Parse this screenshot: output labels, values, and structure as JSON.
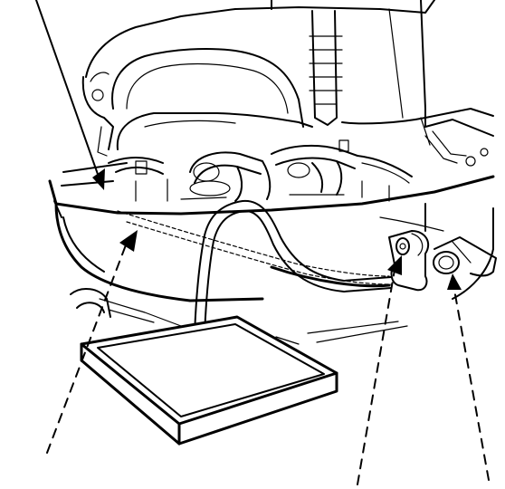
{
  "figure": {
    "type": "technical-line-illustration",
    "subject": "outboard-motor-oil-drain",
    "ink_color": "#000000",
    "paper_color": "#ffffff"
  },
  "callouts": [
    {
      "id": "callout-1",
      "style": "solid-leader"
    },
    {
      "id": "callout-2",
      "style": "dashed-leader"
    },
    {
      "id": "callout-3",
      "style": "dashed-leader"
    },
    {
      "id": "callout-4",
      "style": "dashed-leader"
    }
  ]
}
